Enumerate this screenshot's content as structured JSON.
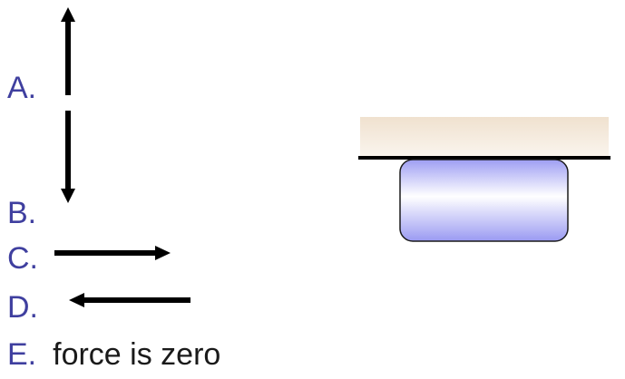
{
  "options": [
    {
      "letter": "A.",
      "text": "",
      "arrow": "up-icon"
    },
    {
      "letter": "B.",
      "text": "",
      "arrow": "down-icon"
    },
    {
      "letter": "C.",
      "text": "",
      "arrow": "right-icon"
    },
    {
      "letter": "D.",
      "text": "",
      "arrow": "left-icon"
    },
    {
      "letter": "E.",
      "text": "force is zero",
      "arrow": ""
    }
  ],
  "colors": {
    "letter": "#3f3f9f",
    "arrow": "#000000",
    "ceiling_top": "#f0e1cf",
    "ceiling_bottom": "#faf5ee",
    "block_edge": "#9a9af2",
    "block_center": "#ffffff"
  }
}
